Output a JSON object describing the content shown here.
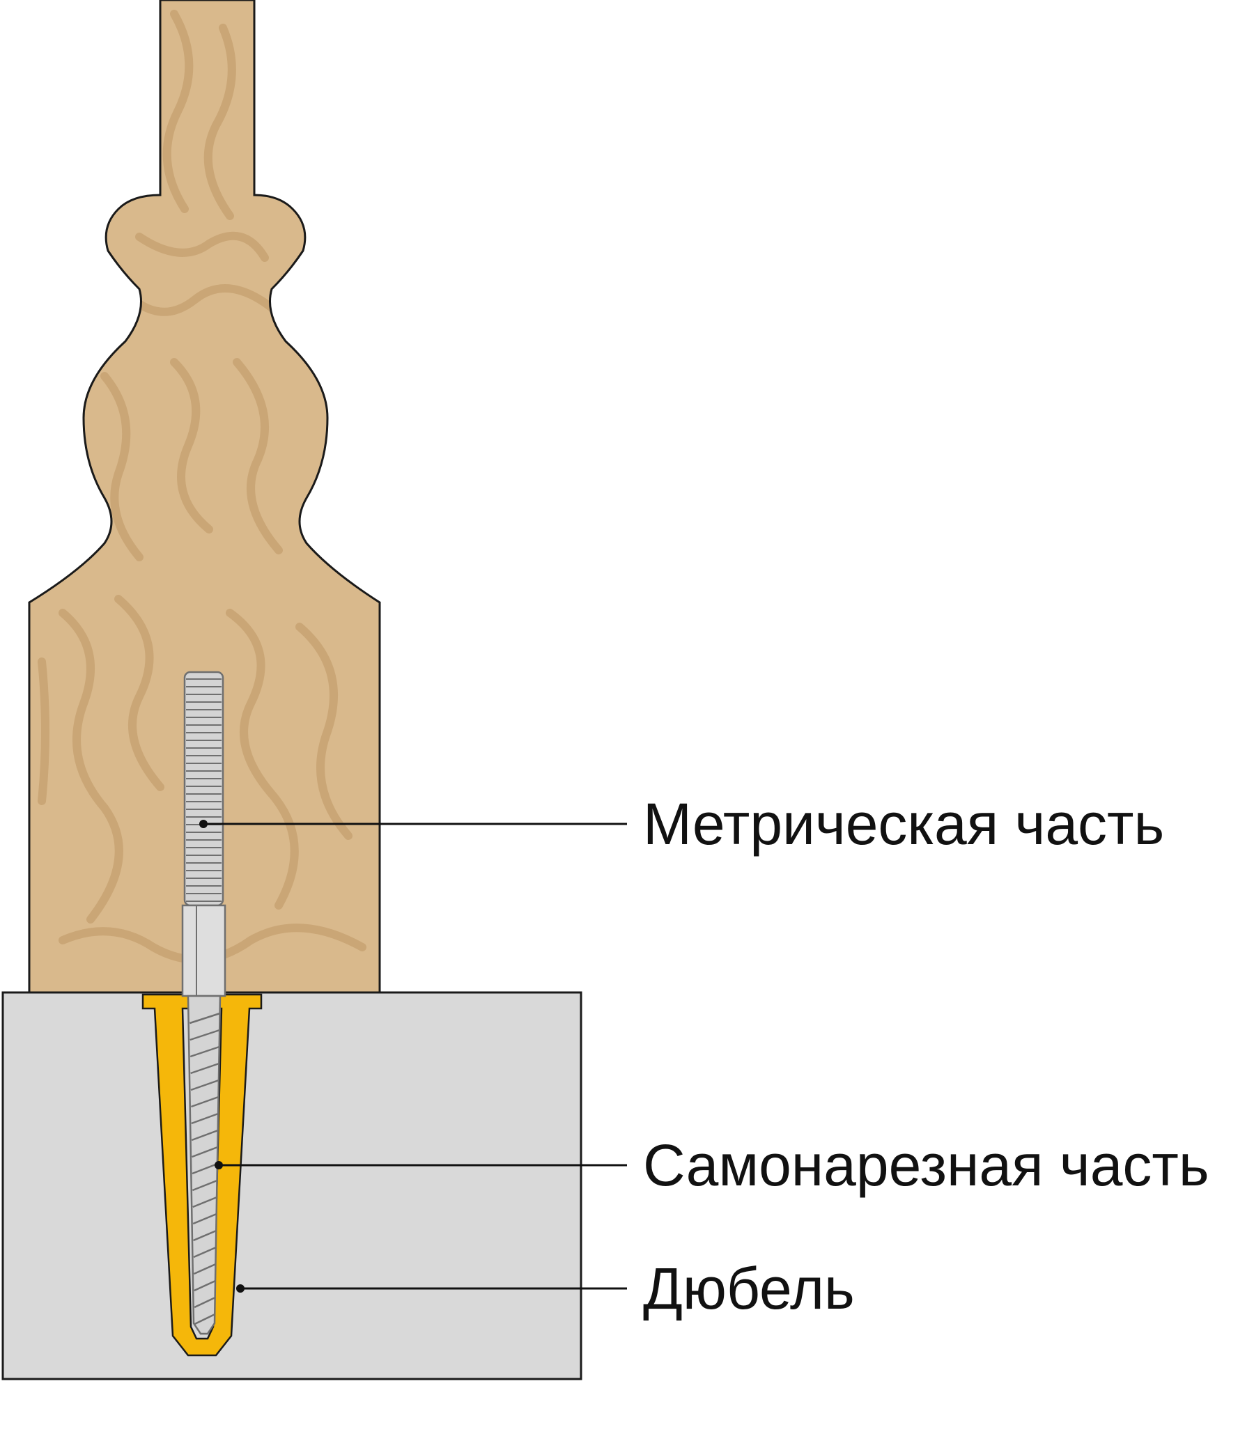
{
  "labels": {
    "metric_part": "Метрическая часть",
    "self_tapping_part": "Самонарезная часть",
    "dowel": "Дюбель"
  },
  "colors": {
    "wood_fill": "#d9b98c",
    "wood_grain": "#caa676",
    "concrete_fill": "#d9d9d9",
    "dowel_fill": "#f5b70a",
    "steel_fill": "#d4d4d4",
    "steel_line": "#6f6f6f",
    "outline": "#1a1a1a"
  }
}
